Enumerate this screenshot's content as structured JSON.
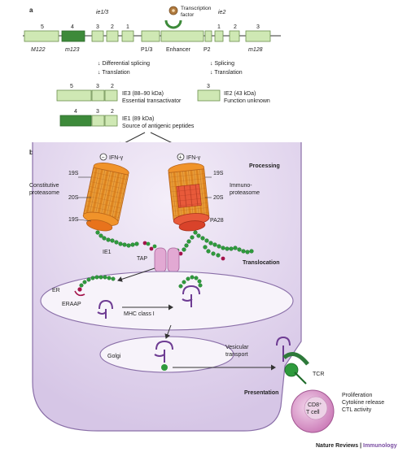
{
  "panel_a": {
    "label": "a",
    "tf_label_line1": "Transcription",
    "tf_label_line2": "factor",
    "ie13_label": "ie1/3",
    "ie2_label": "ie2",
    "exon_numbers_left": [
      "5",
      "4",
      "3",
      "2",
      "1"
    ],
    "exon_numbers_right": [
      "1",
      "2",
      "3"
    ],
    "gene_labels": [
      "M122",
      "m123",
      "P1/3",
      "Enhancer",
      "P2",
      "m128"
    ],
    "step_left_1": "↓ Differential splicing",
    "step_left_2": "↓ Translation",
    "step_right_1": "↓ Splicing",
    "step_right_2": "↓ Translation",
    "ie3_exon_numbers": [
      "5",
      "3",
      "2"
    ],
    "ie3_name": "IE3 (88–90 kDa)",
    "ie3_desc": "Essential transactivator",
    "ie2_exon_number": "3",
    "ie2_name": "IE2 (43 kDa)",
    "ie2_desc": "Function unknown",
    "ie1_exon_numbers": [
      "4",
      "3",
      "2"
    ],
    "ie1_name": "IE1 (89 kDa)",
    "ie1_desc": "Source of antigenic peptides"
  },
  "panel_b": {
    "label": "b",
    "minus_sign": "−",
    "plus_sign": "+",
    "ifn_label": "IFN-γ",
    "processing": "Processing",
    "left_19s_top": "19S",
    "left_20s": "20S",
    "left_19s_bottom": "19S",
    "constitutive_line1": "Constitutive",
    "constitutive_line2": "proteasome",
    "right_19s": "19S",
    "right_20s": "20S",
    "immuno_line1": "Immuno-",
    "immuno_line2": "proteasome",
    "pa28": "PA28",
    "ie1": "IE1",
    "tap": "TAP",
    "translocation": "Translocation",
    "er": "ER",
    "erap": "ERAAP",
    "mhc": "MHC class I",
    "golgi": "Golgi",
    "vesicular_line1": "Vesicular",
    "vesicular_line2": "transport",
    "presentation": "Presentation",
    "tcr": "TCR",
    "cd8_line1": "CD8⁺",
    "cd8_line2": "T cell",
    "outcome_1": "Proliferation",
    "outcome_2": "Cytokine release",
    "outcome_3": "CTL activity"
  },
  "footer": {
    "journal": "Nature Reviews",
    "separator": " | ",
    "section": "Immunology"
  },
  "colors": {
    "exon_light": "#cfe8b4",
    "exon_dark": "#3d8a3a",
    "cell": "#e2d6ee",
    "proteasome": "#f0a030",
    "immuno_core": "#e64a2e",
    "peptide_green": "#2e9a3c",
    "peptide_red": "#a3134a",
    "mhc_purple": "#6e3c93",
    "tap": "#e2a9d3",
    "tcell": "#d98fc6",
    "footer_accent": "#7b4ea3"
  }
}
